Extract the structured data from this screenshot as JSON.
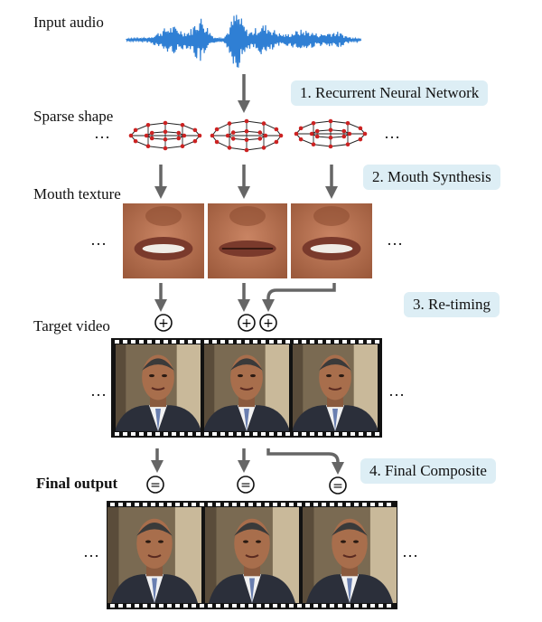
{
  "labels": {
    "input_audio": "Input audio",
    "sparse_shape": "Sparse shape",
    "mouth_texture": "Mouth texture",
    "target_video": "Target video",
    "final_output": "Final output"
  },
  "steps": [
    "1. Recurrent Neural Network",
    "2. Mouth Synthesis",
    "3. Re-timing",
    "4. Final Composite"
  ],
  "ellipsis": "…",
  "operators": {
    "plus": "+",
    "equals": "="
  },
  "colors": {
    "waveform": "#2f7fd4",
    "arrow": "#666666",
    "landmark_dot": "#cc2222",
    "step_box": "#ddeef5",
    "film": "#121212"
  }
}
